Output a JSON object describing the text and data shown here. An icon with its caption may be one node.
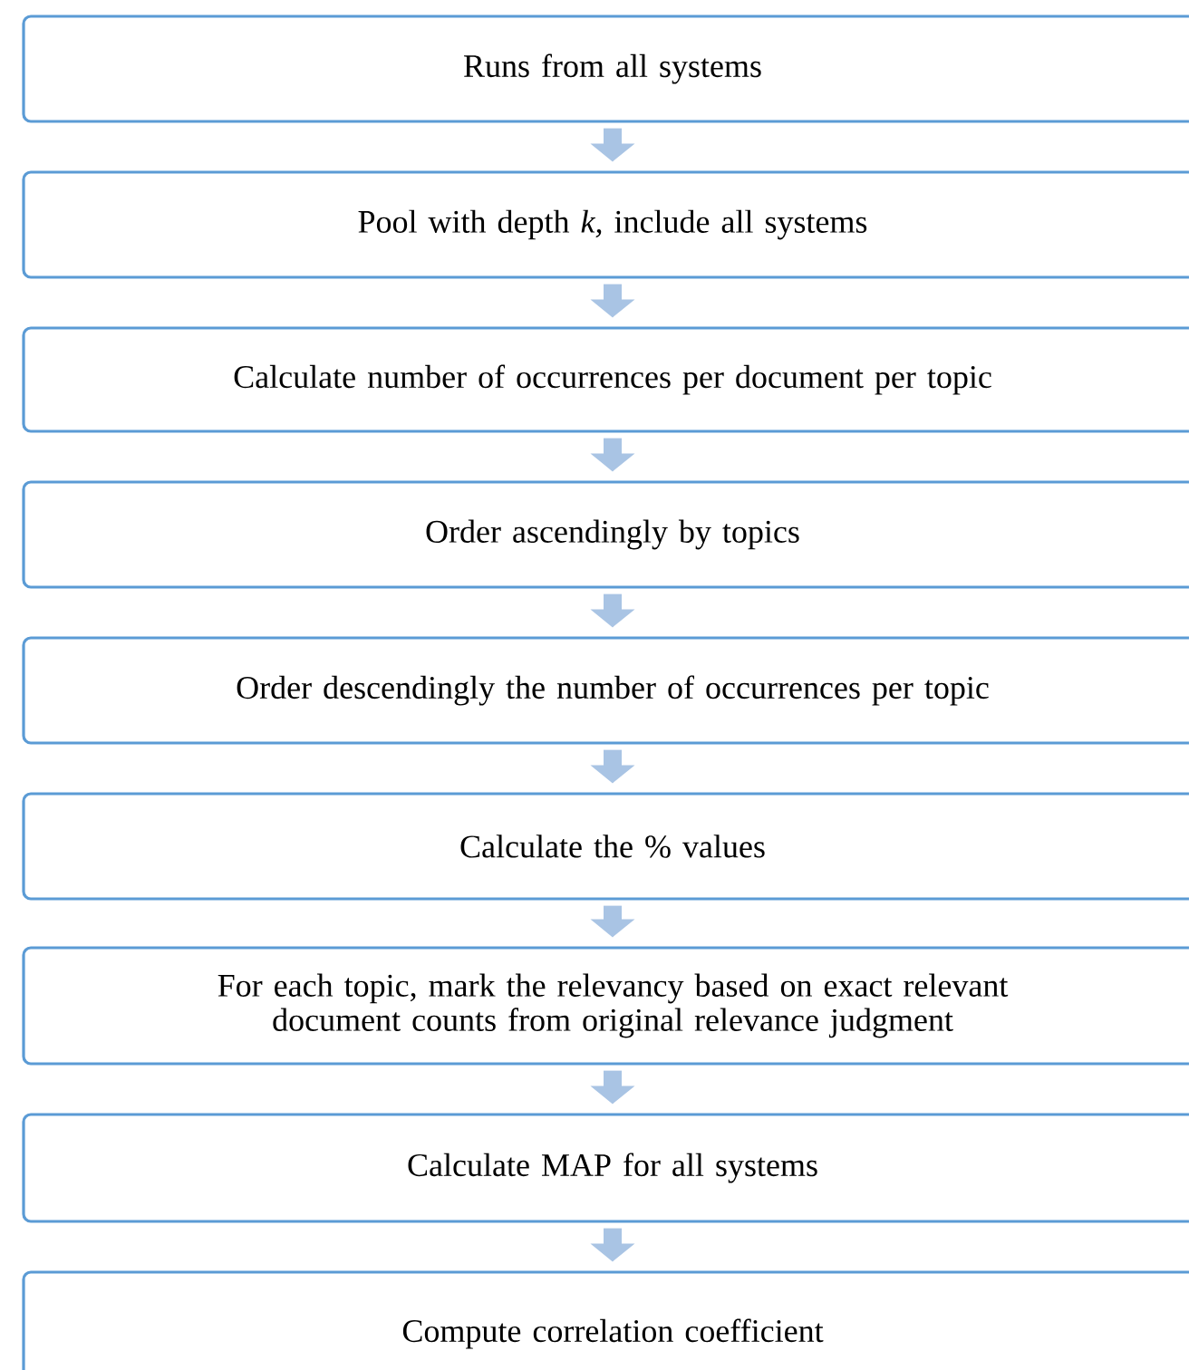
{
  "diagram": {
    "nodes": [
      {
        "text": [
          "Runs from all systems"
        ]
      },
      {
        "text": [
          "Pool with depth *k,* include all systems"
        ]
      },
      {
        "text": [
          "Calculate number of occurrences per document per topic"
        ]
      },
      {
        "text": [
          "Order ascendingly by topics"
        ]
      },
      {
        "text": [
          "Order descendingly the number of occurrences per topic"
        ]
      },
      {
        "text": [
          "Calculate the % values"
        ]
      },
      {
        "text": [
          "For each topic, mark the relevancy based on exact relevant document counts from original relevance judgment"
        ]
      },
      {
        "text": [
          "Calculate MAP for all systems"
        ]
      },
      {
        "text": [
          "Compute correlation coefficient"
        ]
      }
    ],
    "edges": [
      {
        "from": 0,
        "to": 1,
        "arrow": "to"
      },
      {
        "from": 1,
        "to": 2,
        "arrow": "to"
      },
      {
        "from": 2,
        "to": 3,
        "arrow": "to"
      },
      {
        "from": 3,
        "to": 4,
        "arrow": "to"
      },
      {
        "from": 4,
        "to": 5,
        "arrow": "to"
      },
      {
        "from": 5,
        "to": 6,
        "arrow": "to"
      },
      {
        "from": 6,
        "to": 7,
        "arrow": "to"
      },
      {
        "from": 7,
        "to": 8,
        "arrow": "to"
      }
    ]
  }
}
